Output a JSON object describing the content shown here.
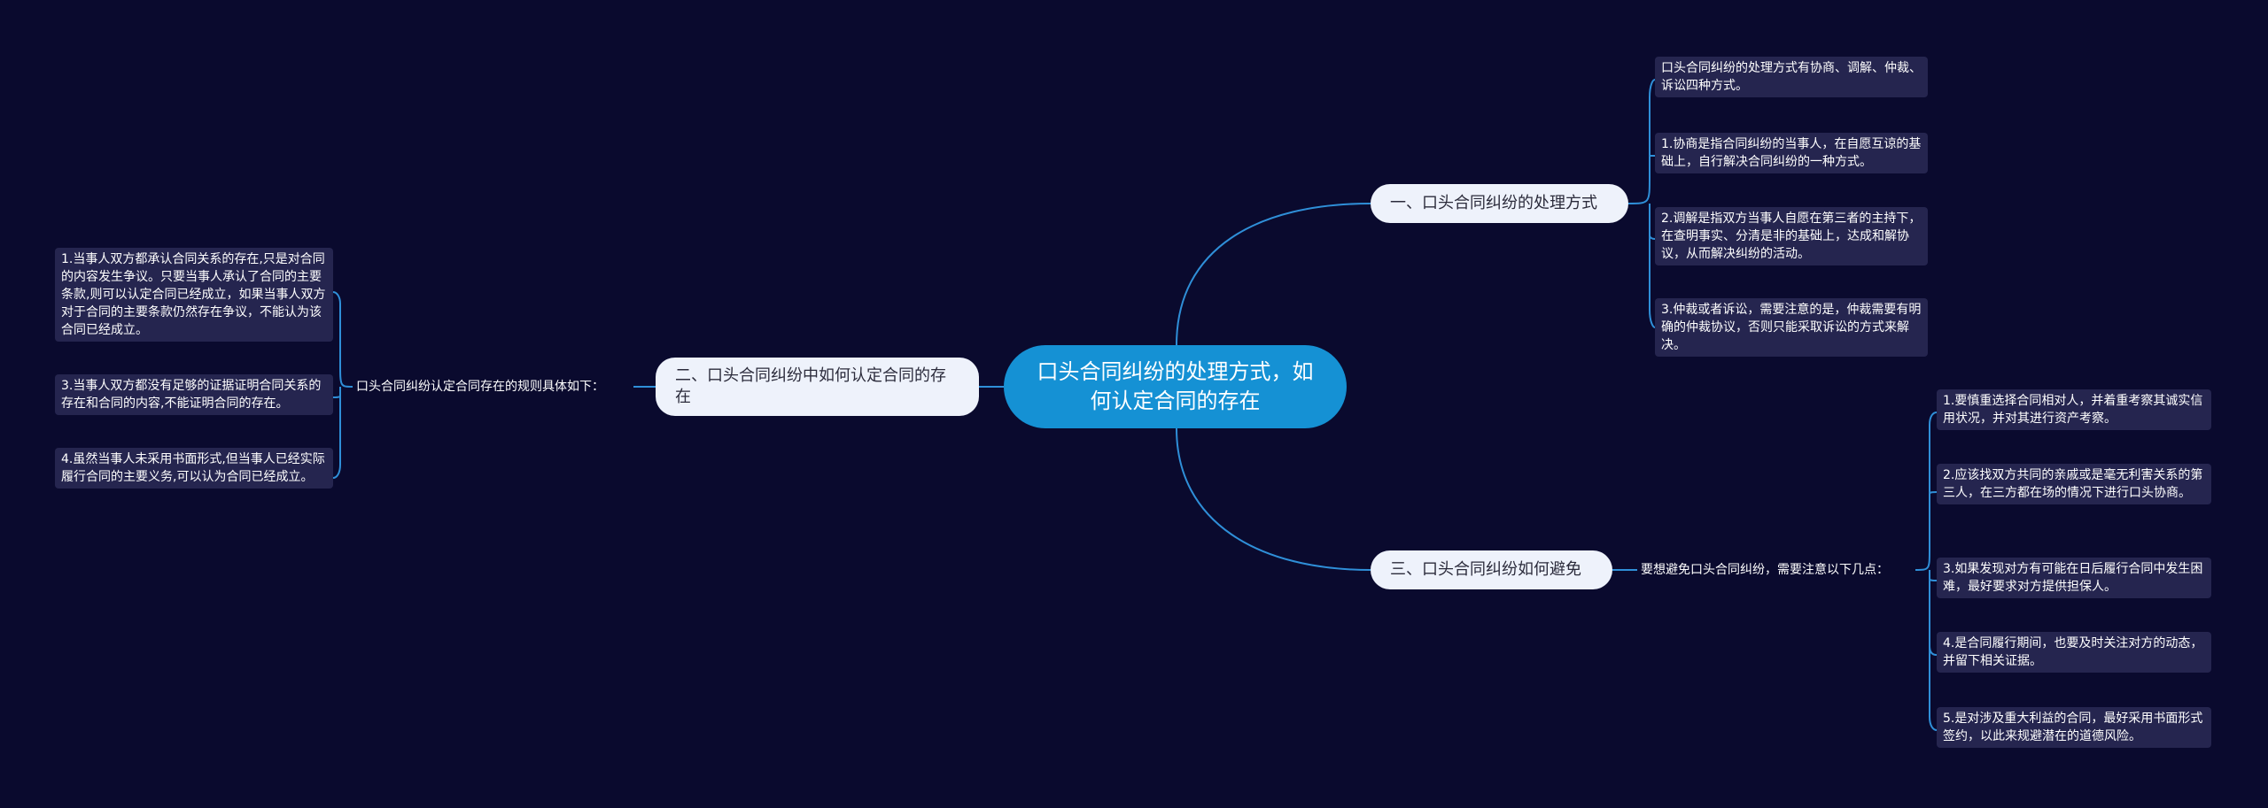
{
  "root": "口头合同纠纷的处理方式，如何认定合同的存在",
  "branches": [
    {
      "title": "一、口头合同纠纷的处理方式",
      "leaves": [
        "口头合同纠纷的处理方式有协商、调解、仲裁、诉讼四种方式。",
        "1.协商是指合同纠纷的当事人，在自愿互谅的基础上，自行解决合同纠纷的一种方式。",
        "2.调解是指双方当事人自愿在第三者的主持下，在查明事实、分清是非的基础上，达成和解协议，从而解决纠纷的活动。",
        "3.仲裁或者诉讼，需要注意的是，仲裁需要有明确的仲裁协议，否则只能采取诉讼的方式来解决。"
      ]
    },
    {
      "title": "二、口头合同纠纷中如何认定合同的存在",
      "mid": "口头合同纠纷认定合同存在的规则具体如下：",
      "leaves": [
        "1.当事人双方都承认合同关系的存在,只是对合同的内容发生争议。只要当事人承认了合同的主要条款,则可以认定合同已经成立，如果当事人双方对于合同的主要条款仍然存在争议，不能认为该合同已经成立。",
        "3.当事人双方都没有足够的证据证明合同关系的存在和合同的内容,不能证明合同的存在。",
        "4.虽然当事人未采用书面形式,但当事人已经实际履行合同的主要义务,可以认为合同已经成立。"
      ]
    },
    {
      "title": "三、口头合同纠纷如何避免",
      "mid": "要想避免口头合同纠纷，需要注意以下几点：",
      "leaves": [
        "1.要慎重选择合同相对人，并着重考察其诚实信用状况，并对其进行资产考察。",
        "2.应该找双方共同的亲戚或是毫无利害关系的第三人，在三方都在场的情况下进行口头协商。",
        "3.如果发现对方有可能在日后履行合同中发生困难，最好要求对方提供担保人。",
        "4.是合同履行期间，也要及时关注对方的动态，并留下相关证据。",
        "5.是对涉及重大利益的合同，最好采用书面形式签约，以此来规避潜在的道德风险。"
      ]
    }
  ],
  "colors": {
    "background": "#0a0a2e",
    "root": "#1591d4",
    "branch": "#eef2fb",
    "leaf": "#25254f",
    "line": "#2f8fd8"
  }
}
